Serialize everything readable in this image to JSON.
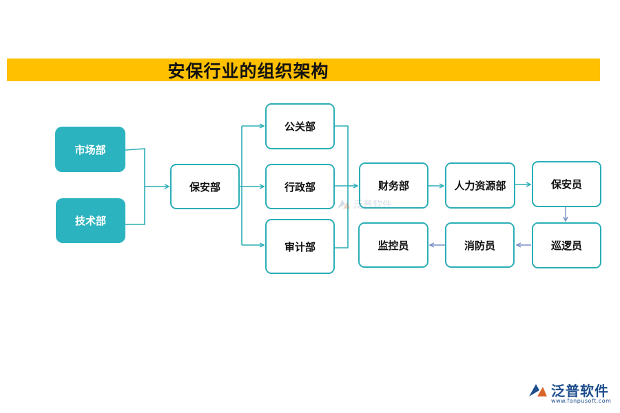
{
  "title": "安保行业的组织架构",
  "nodes": {
    "market": "市场部",
    "tech": "技术部",
    "security_dept": "保安部",
    "pr": "公关部",
    "admin": "行政部",
    "audit": "审计部",
    "finance": "财务部",
    "hr": "人力资源部",
    "guard": "保安员",
    "patrol": "巡逻员",
    "fire": "消防员",
    "monitor": "监控员"
  },
  "watermark": {
    "text": "泛普软件"
  },
  "logo": {
    "text": "泛普软件",
    "url": "www.fanpusoft.com"
  },
  "colors": {
    "title_bar": "#ffc000",
    "accent": "#2aaeb6",
    "filled_node": "#2bb3bf",
    "brand": "#1f4e8c",
    "flow_arrow": "#7a8fc6"
  }
}
